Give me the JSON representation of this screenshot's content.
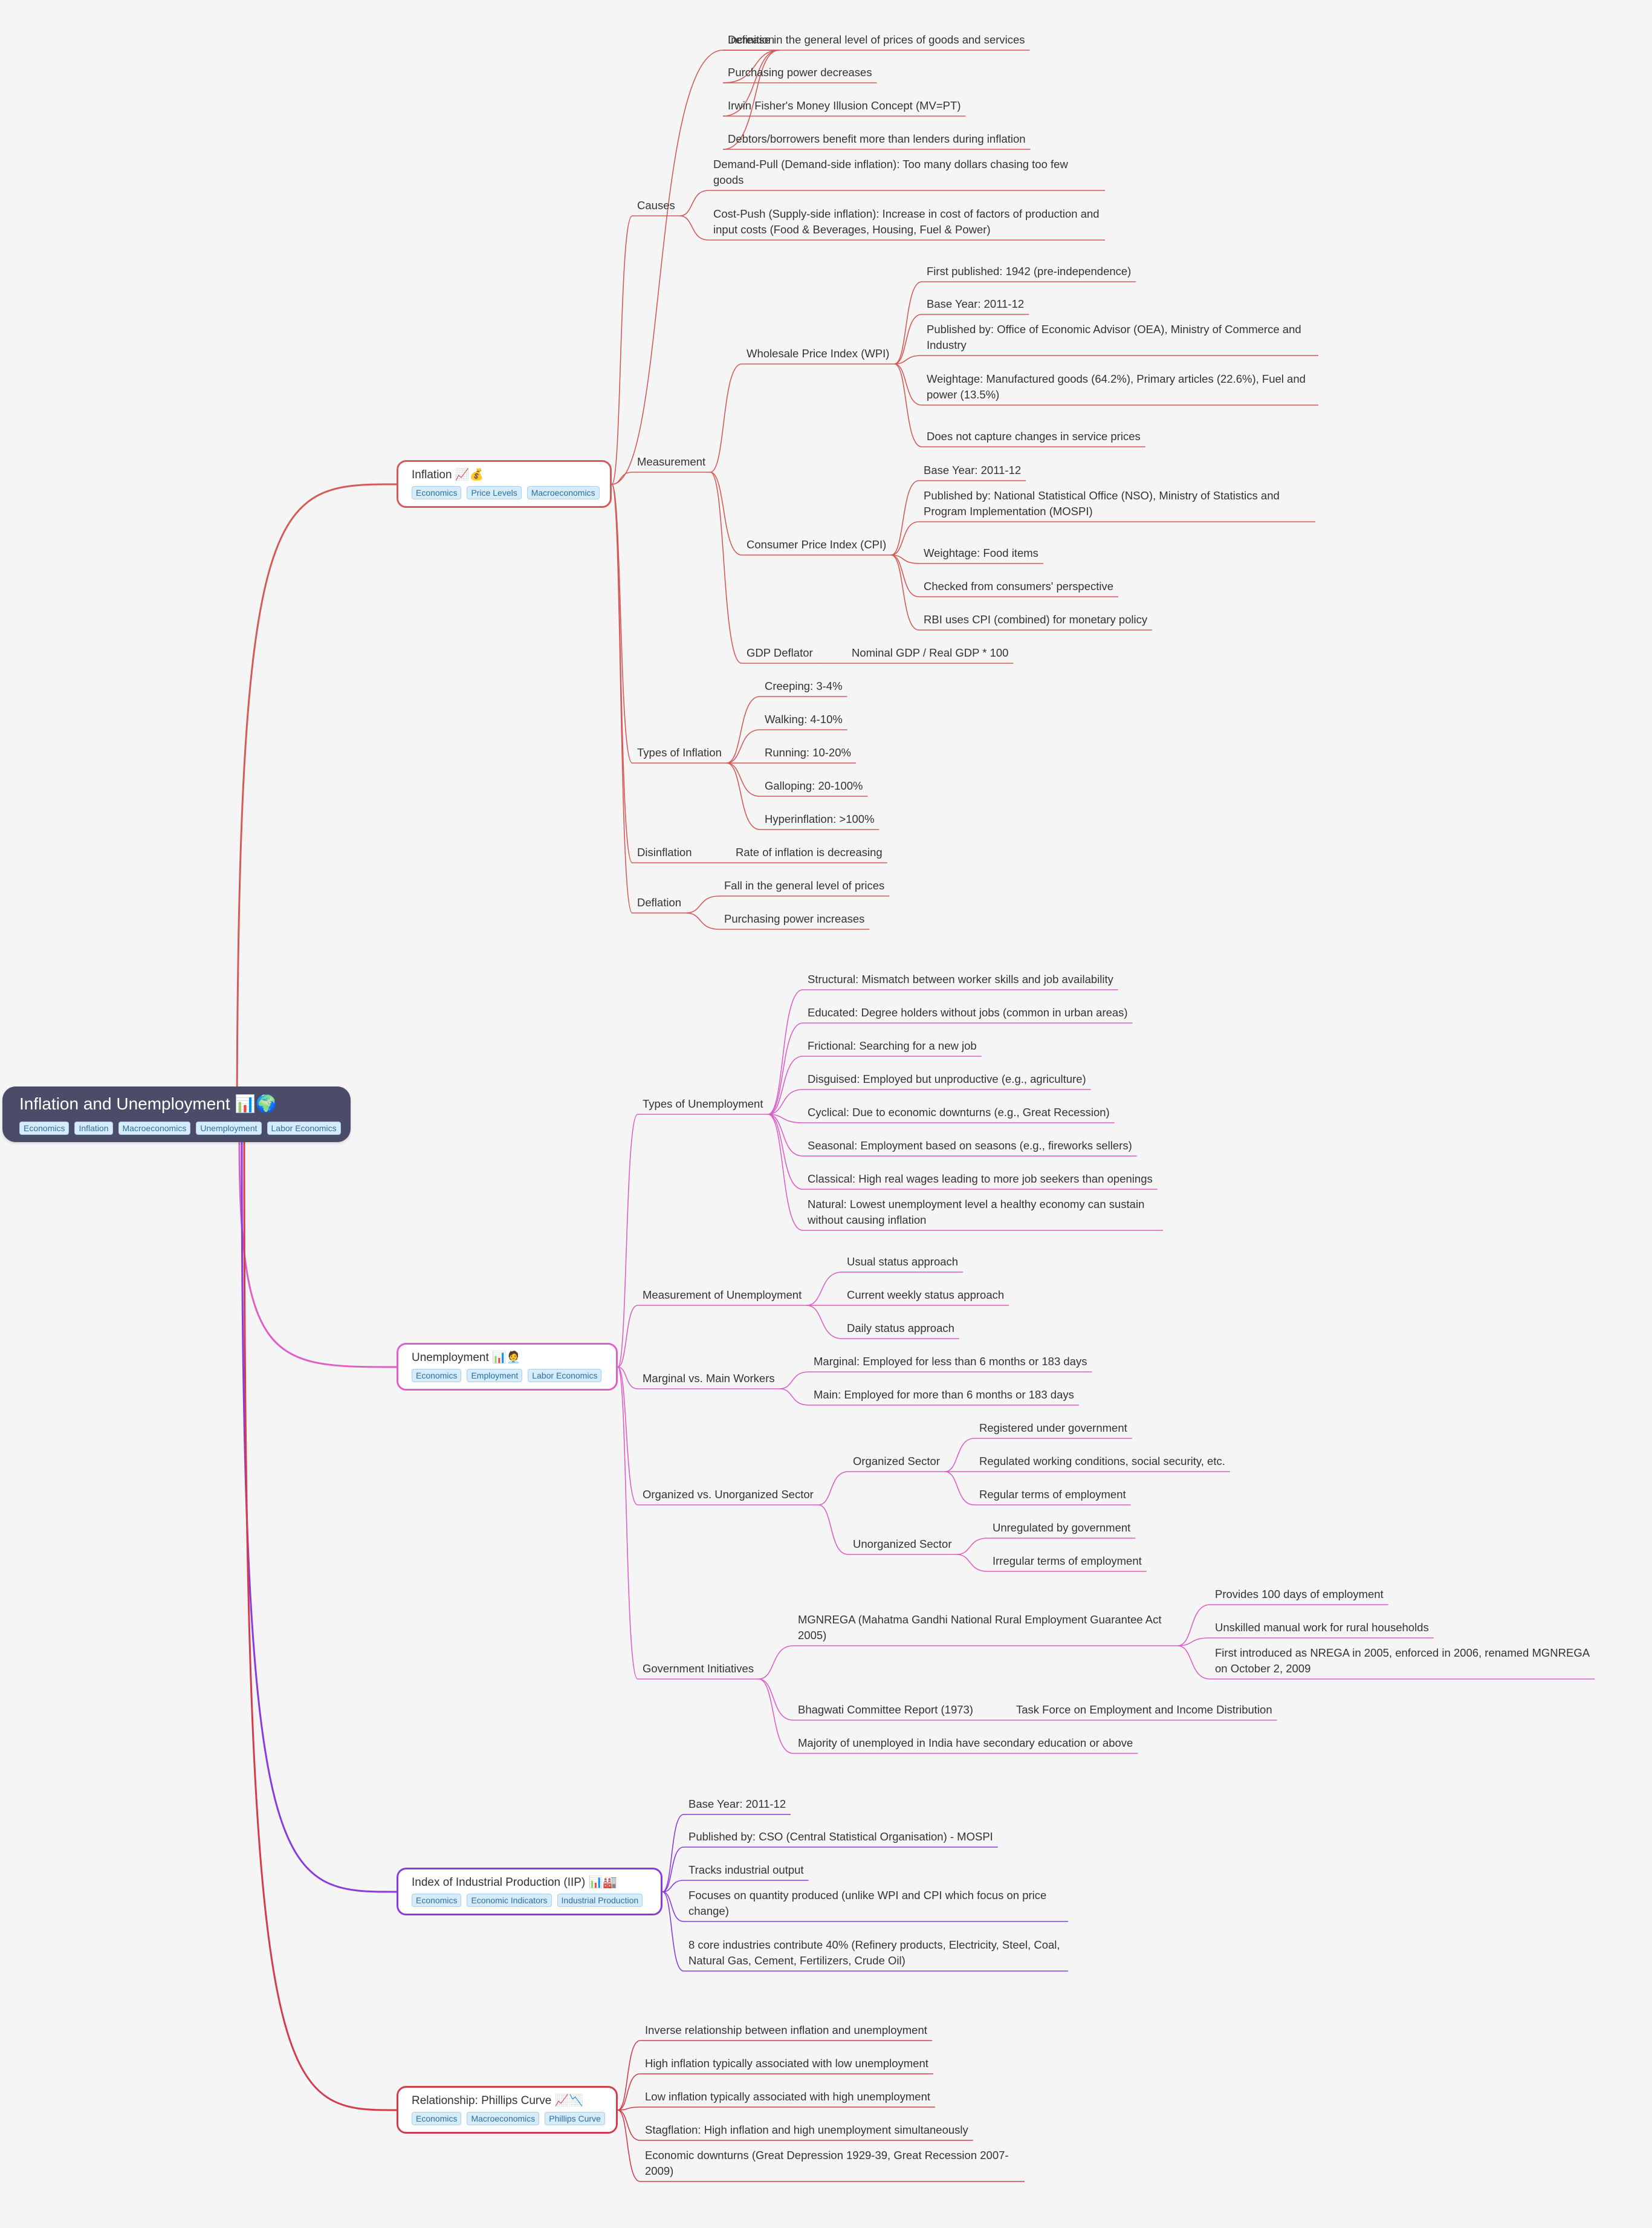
{
  "root": {
    "title": "Inflation and Unemployment 📊🌍",
    "tags": [
      "Economics",
      "Inflation",
      "Macroeconomics",
      "Unemployment",
      "Labor Economics"
    ]
  },
  "colors": {
    "inflation": "#d55a5a",
    "unemployment": "#dd5fc7",
    "iip": "#8a3be0",
    "phillips": "#d43c4c",
    "root_bg": "#4a4c68",
    "tag_bg": "#d6ecfa"
  },
  "branches": [
    {
      "id": "inflation",
      "title": "Inflation 📈💰",
      "tags": [
        "Economics",
        "Price Levels",
        "Macroeconomics"
      ],
      "children": [
        {
          "label": "Definition",
          "children": [
            {
              "label": "Increase in the general level of prices of goods and services"
            },
            {
              "label": "Purchasing power decreases"
            },
            {
              "label": "Irwin Fisher's Money Illusion Concept (MV=PT)"
            },
            {
              "label": "Debtors/borrowers benefit more than lenders during inflation"
            }
          ]
        },
        {
          "label": "Causes",
          "children": [
            {
              "label": "Demand-Pull (Demand-side inflation): Too many dollars chasing too few goods"
            },
            {
              "label": "Cost-Push (Supply-side inflation): Increase in cost of factors of production and input costs (Food & Beverages, Housing, Fuel & Power)"
            }
          ]
        },
        {
          "label": "Measurement",
          "children": [
            {
              "label": "Wholesale Price Index (WPI)",
              "children": [
                {
                  "label": "First published: 1942 (pre-independence)"
                },
                {
                  "label": "Base Year: 2011-12"
                },
                {
                  "label": "Published by: Office of Economic Advisor (OEA), Ministry of Commerce and Industry"
                },
                {
                  "label": "Weightage: Manufactured goods (64.2%), Primary articles (22.6%), Fuel and power (13.5%)"
                },
                {
                  "label": "Does not capture changes in service prices"
                }
              ]
            },
            {
              "label": "Consumer Price Index (CPI)",
              "children": [
                {
                  "label": "Base Year: 2011-12"
                },
                {
                  "label": "Published by: National Statistical Office (NSO), Ministry of Statistics and Program Implementation (MOSPI)"
                },
                {
                  "label": "Weightage: Food items"
                },
                {
                  "label": "Checked from consumers' perspective"
                },
                {
                  "label": "RBI uses CPI (combined) for monetary policy"
                }
              ]
            },
            {
              "label": "GDP Deflator",
              "children": [
                {
                  "label": "Nominal GDP / Real GDP * 100"
                }
              ]
            }
          ]
        },
        {
          "label": "Types of Inflation",
          "children": [
            {
              "label": "Creeping: 3-4%"
            },
            {
              "label": "Walking: 4-10%"
            },
            {
              "label": "Running: 10-20%"
            },
            {
              "label": "Galloping: 20-100%"
            },
            {
              "label": "Hyperinflation: >100%"
            }
          ]
        },
        {
          "label": "Disinflation",
          "children": [
            {
              "label": "Rate of inflation is decreasing"
            }
          ]
        },
        {
          "label": "Deflation",
          "children": [
            {
              "label": "Fall in the general level of prices"
            },
            {
              "label": "Purchasing power increases"
            }
          ]
        }
      ]
    },
    {
      "id": "unemployment",
      "title": "Unemployment 📊🧑‍💼",
      "tags": [
        "Economics",
        "Employment",
        "Labor Economics"
      ],
      "children": [
        {
          "label": "Types of Unemployment",
          "children": [
            {
              "label": "Structural: Mismatch between worker skills and job availability"
            },
            {
              "label": "Educated: Degree holders without jobs (common in urban areas)"
            },
            {
              "label": "Frictional: Searching for a new job"
            },
            {
              "label": "Disguised: Employed but unproductive (e.g., agriculture)"
            },
            {
              "label": "Cyclical: Due to economic downturns (e.g., Great Recession)"
            },
            {
              "label": "Seasonal: Employment based on seasons (e.g., fireworks sellers)"
            },
            {
              "label": "Classical: High real wages leading to more job seekers than openings"
            },
            {
              "label": "Natural: Lowest unemployment level a healthy economy can sustain without causing inflation"
            }
          ]
        },
        {
          "label": "Measurement of Unemployment",
          "children": [
            {
              "label": "Usual status approach"
            },
            {
              "label": "Current weekly status approach"
            },
            {
              "label": "Daily status approach"
            }
          ]
        },
        {
          "label": "Marginal vs. Main Workers",
          "children": [
            {
              "label": "Marginal: Employed for less than 6 months or 183 days"
            },
            {
              "label": "Main: Employed for more than 6 months or 183 days"
            }
          ]
        },
        {
          "label": "Organized vs. Unorganized Sector",
          "children": [
            {
              "label": "Organized Sector",
              "children": [
                {
                  "label": "Registered under government"
                },
                {
                  "label": "Regulated working conditions, social security, etc."
                },
                {
                  "label": "Regular terms of employment"
                }
              ]
            },
            {
              "label": "Unorganized Sector",
              "children": [
                {
                  "label": "Unregulated by government"
                },
                {
                  "label": "Irregular terms of employment"
                }
              ]
            }
          ]
        },
        {
          "label": "Government Initiatives",
          "children": [
            {
              "label": "MGNREGA (Mahatma Gandhi National Rural Employment Guarantee Act 2005)",
              "children": [
                {
                  "label": "Provides 100 days of employment"
                },
                {
                  "label": "Unskilled manual work for rural households"
                },
                {
                  "label": "First introduced as NREGA in 2005, enforced in 2006, renamed MGNREGA on October 2, 2009"
                }
              ]
            },
            {
              "label": "Bhagwati Committee Report (1973)",
              "children": [
                {
                  "label": "Task Force on Employment and Income Distribution"
                }
              ]
            },
            {
              "label": "Majority of unemployed in India have secondary education or above"
            }
          ]
        }
      ]
    },
    {
      "id": "iip",
      "title": "Index of Industrial Production (IIP) 📊🏭",
      "tags": [
        "Economics",
        "Economic Indicators",
        "Industrial Production"
      ],
      "children": [
        {
          "label": "Base Year: 2011-12"
        },
        {
          "label": "Published by: CSO (Central Statistical Organisation) - MOSPI"
        },
        {
          "label": "Tracks industrial output"
        },
        {
          "label": "Focuses on quantity produced (unlike WPI and CPI which focus on price change)"
        },
        {
          "label": "8 core industries contribute 40% (Refinery products, Electricity, Steel, Coal, Natural Gas, Cement, Fertilizers, Crude Oil)"
        }
      ]
    },
    {
      "id": "phillips",
      "title": "Relationship: Phillips Curve 📈📉",
      "tags": [
        "Economics",
        "Macroeconomics",
        "Phillips Curve"
      ],
      "children": [
        {
          "label": "Inverse relationship between inflation and unemployment"
        },
        {
          "label": "High inflation typically associated with low unemployment"
        },
        {
          "label": "Low inflation typically associated with high unemployment"
        },
        {
          "label": "Stagflation: High inflation and high unemployment simultaneously"
        },
        {
          "label": "Economic downturns (Great Depression 1929-39, Great Recession 2007-2009)"
        }
      ]
    }
  ]
}
